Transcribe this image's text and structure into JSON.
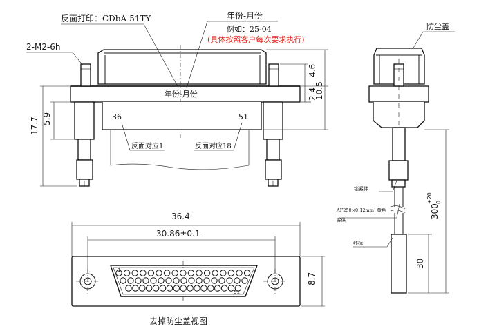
{
  "notes": {
    "print_back": "反面打印：CDbA-51TY",
    "year_month": "年份-月份",
    "example": "例如：25-04",
    "customer_note": "(具体按照客户每次要求执行)",
    "accent_color": "#e0261c",
    "year_month_on_body": "年份-月份",
    "dust_cover": "防尘盖",
    "thread": "2-M2-6h"
  },
  "pins": {
    "left_num": "36",
    "right_num": "51",
    "left_corr": "反面对应1",
    "right_corr": "反面对应18",
    "bottom_one": "1",
    "bottom_end": "51"
  },
  "dims": {
    "d46": "4.6",
    "d24": "2.4",
    "d105": "10.5",
    "d177": "17.7",
    "d59": "5.9",
    "d364": "36.4",
    "d3086": "30.86±0.1",
    "d87": "8.7",
    "d300_main": "300",
    "d300_tol": "+20",
    "d300_tol2": "0",
    "d30": "30"
  },
  "side": {
    "lock": "锁紧件",
    "wire": "AF250×0.12mm² 黄色",
    "supply": "客供",
    "label": "线标"
  },
  "captions": {
    "bottom_view": "去掉防尘盖视图"
  }
}
